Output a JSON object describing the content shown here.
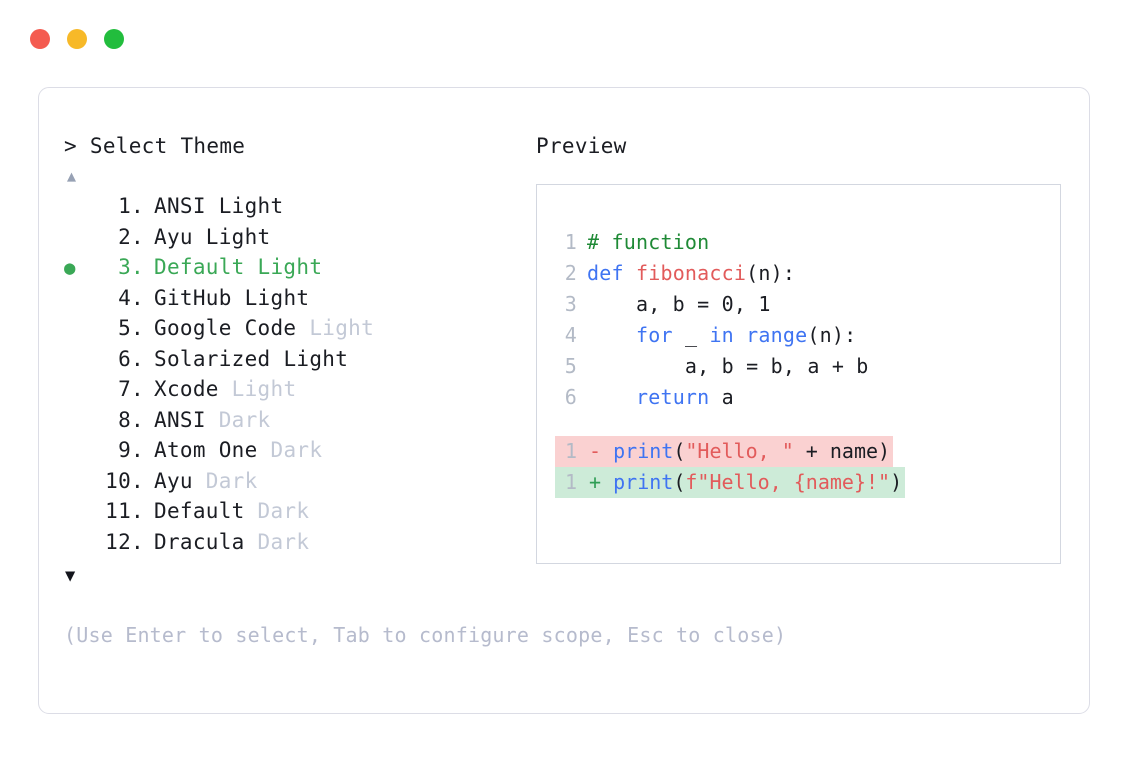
{
  "window": {
    "traffic_lights": [
      {
        "name": "close",
        "color": "#f45b50"
      },
      {
        "name": "minimize",
        "color": "#f7b928"
      },
      {
        "name": "maximize",
        "color": "#22bd3d"
      }
    ]
  },
  "left": {
    "prompt": "> Select Theme",
    "scroll_up_glyph": "▲",
    "scroll_down_glyph": "▼",
    "hint": "(Use Enter to select, Tab to configure scope, Esc to close)",
    "selected_index": 3,
    "selected_bullet": "●",
    "items": [
      {
        "index": "1.",
        "name": "ANSI",
        "variant": "Light",
        "variant_dim": false,
        "selected": false
      },
      {
        "index": "2.",
        "name": "Ayu",
        "variant": "Light",
        "variant_dim": false,
        "selected": false
      },
      {
        "index": "3.",
        "name": "Default",
        "variant": "Light",
        "variant_dim": false,
        "selected": true
      },
      {
        "index": "4.",
        "name": "GitHub",
        "variant": "Light",
        "variant_dim": false,
        "selected": false
      },
      {
        "index": "5.",
        "name": "Google Code",
        "variant": "Light",
        "variant_dim": true,
        "selected": false
      },
      {
        "index": "6.",
        "name": "Solarized",
        "variant": "Light",
        "variant_dim": false,
        "selected": false
      },
      {
        "index": "7.",
        "name": "Xcode",
        "variant": "Light",
        "variant_dim": true,
        "selected": false
      },
      {
        "index": "8.",
        "name": "ANSI",
        "variant": "Dark",
        "variant_dim": true,
        "selected": false
      },
      {
        "index": "9.",
        "name": "Atom One",
        "variant": "Dark",
        "variant_dim": true,
        "selected": false
      },
      {
        "index": "10.",
        "name": "Ayu",
        "variant": "Dark",
        "variant_dim": true,
        "selected": false
      },
      {
        "index": "11.",
        "name": "Default",
        "variant": "Dark",
        "variant_dim": true,
        "selected": false
      },
      {
        "index": "12.",
        "name": "Dracula",
        "variant": "Dark",
        "variant_dim": true,
        "selected": false
      }
    ]
  },
  "right": {
    "title": "Preview",
    "code_lines": [
      {
        "n": "1",
        "tokens": [
          {
            "t": "# function",
            "c": "com"
          }
        ]
      },
      {
        "n": "2",
        "tokens": [
          {
            "t": "def ",
            "c": "kw"
          },
          {
            "t": "fibonacci",
            "c": "fn"
          },
          {
            "t": "(n):",
            "c": "plain"
          }
        ]
      },
      {
        "n": "3",
        "tokens": [
          {
            "t": "    a, b = 0, 1",
            "c": "plain"
          }
        ]
      },
      {
        "n": "4",
        "tokens": [
          {
            "t": "    ",
            "c": "plain"
          },
          {
            "t": "for",
            "c": "kw"
          },
          {
            "t": " _ ",
            "c": "plain"
          },
          {
            "t": "in range",
            "c": "kw"
          },
          {
            "t": "(n):",
            "c": "plain"
          }
        ]
      },
      {
        "n": "5",
        "tokens": [
          {
            "t": "        a, b = b, a + b",
            "c": "plain"
          }
        ]
      },
      {
        "n": "6",
        "tokens": [
          {
            "t": "    ",
            "c": "plain"
          },
          {
            "t": "return",
            "c": "kw"
          },
          {
            "t": " a",
            "c": "plain"
          }
        ]
      }
    ],
    "diff": [
      {
        "kind": "removed",
        "n": "1",
        "sign": "-",
        "tokens": [
          {
            "t": "print",
            "c": "kw"
          },
          {
            "t": "(",
            "c": "plain"
          },
          {
            "t": "\"Hello, \"",
            "c": "str"
          },
          {
            "t": " + name)",
            "c": "plain"
          }
        ]
      },
      {
        "kind": "added",
        "n": "1",
        "sign": "+",
        "tokens": [
          {
            "t": "print",
            "c": "kw"
          },
          {
            "t": "(",
            "c": "plain"
          },
          {
            "t": "f\"Hello, {name}!\"",
            "c": "str"
          },
          {
            "t": ")",
            "c": "plain"
          }
        ]
      }
    ]
  },
  "colors": {
    "comment": "#1f8a36",
    "keyword": "#3f74f2",
    "function": "#e25b5b",
    "string": "#e25b5b",
    "selected": "#3aa856",
    "dim": "#c3c9d6",
    "diff_removed_bg": "#fad1d1",
    "diff_added_bg": "#cdebd8"
  }
}
